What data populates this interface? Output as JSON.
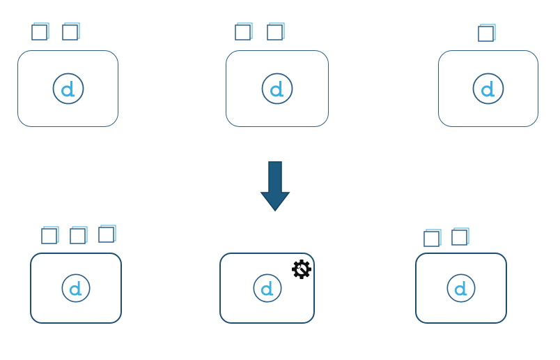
{
  "colors": {
    "node_border_top": "#2e5f85",
    "node_border_bottom": "#1d4e70",
    "logo_ring": "#2e5f85",
    "logo_letter": "#3ab0e2",
    "stack_border": "#2e5f85",
    "stack_accent": "#3ab0e2",
    "arrow_fill": "#1c5a80",
    "arrow_stroke": "#12405e",
    "gear_icon": "#111111"
  },
  "logo": {
    "icon": "d-logo-icon"
  },
  "top_row": [
    {
      "stacks": 2
    },
    {
      "stacks": 2
    },
    {
      "stacks": 1
    }
  ],
  "bottom_row": [
    {
      "stacks": 3,
      "badge": ""
    },
    {
      "stacks": 0,
      "badge": "gear-wrench-icon"
    },
    {
      "stacks": 2,
      "badge": ""
    }
  ],
  "transition_icon": "down-arrow-icon"
}
